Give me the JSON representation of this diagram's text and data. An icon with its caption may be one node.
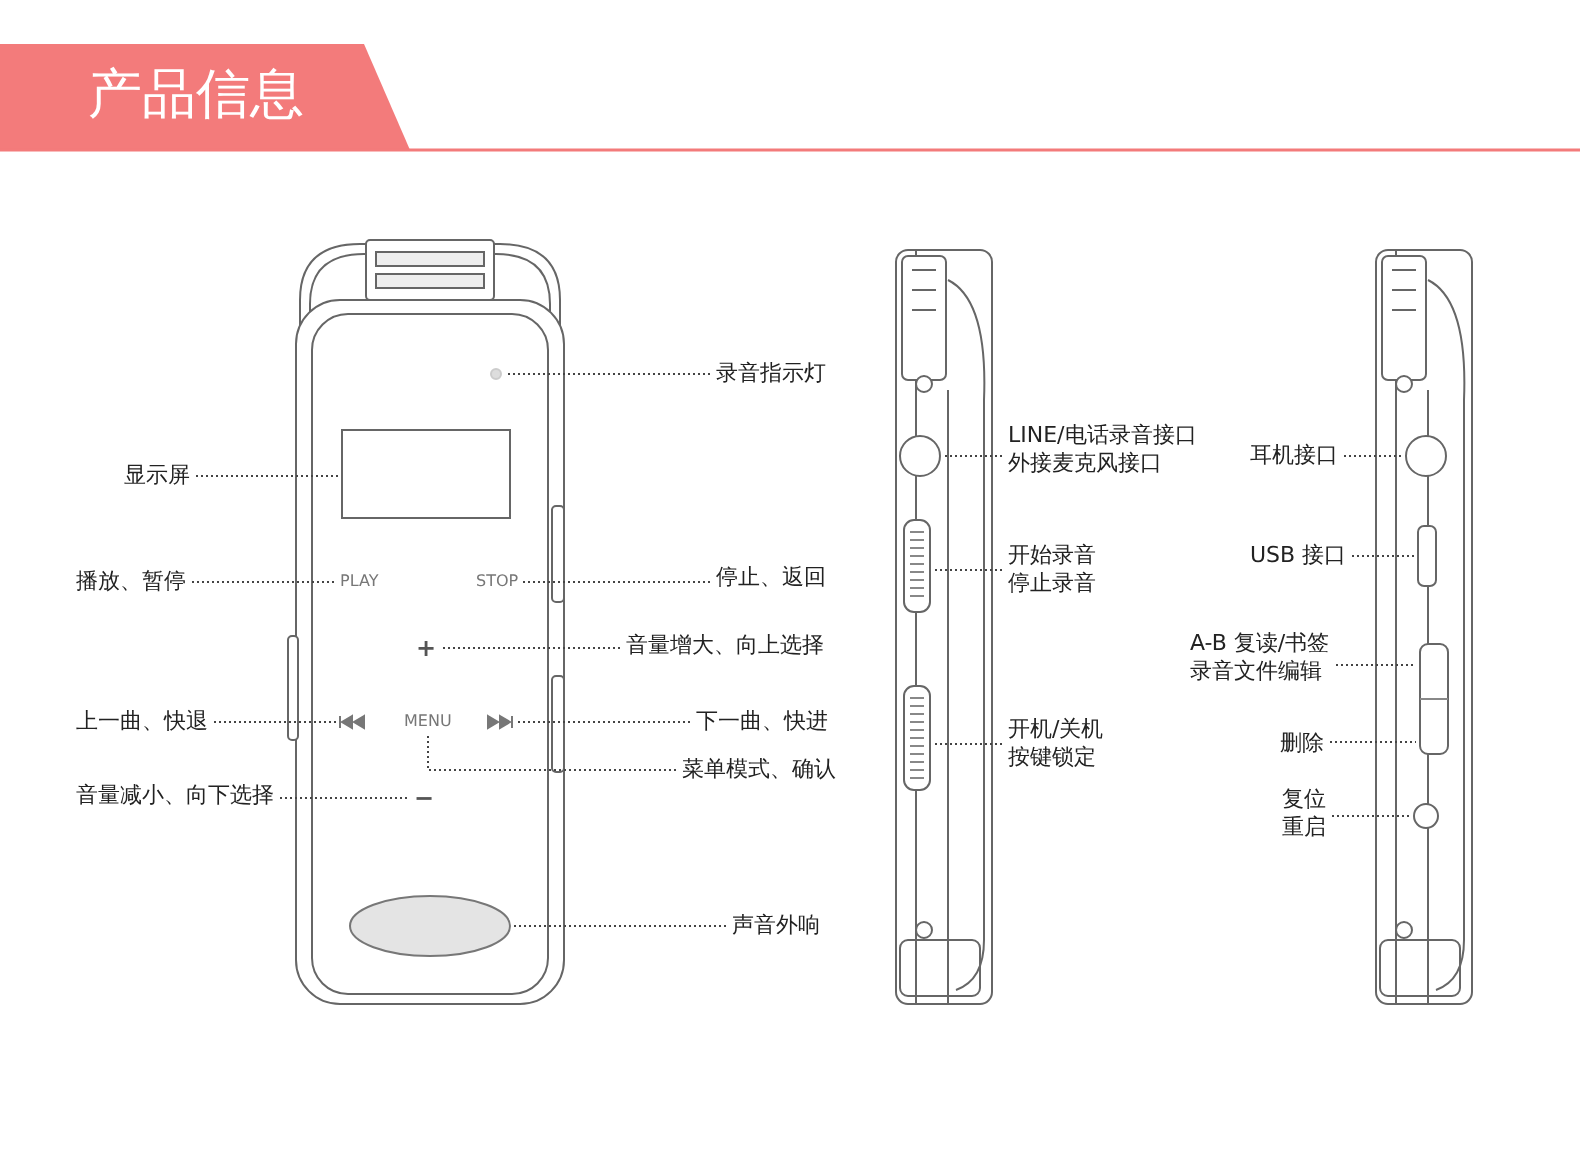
{
  "diagram": {
    "title": "产品信息",
    "nodes": [
      {
        "text": [
          "录音指示灯"
        ]
      },
      {
        "text": [],
        "shape": "circle"
      },
      {
        "text": [
          "显示屏"
        ]
      },
      {
        "text": [],
        "shape": "box"
      },
      {
        "text": [
          "播放、暂停"
        ]
      },
      {
        "text": [
          "PLAY"
        ]
      },
      {
        "text": [
          "STOP"
        ]
      },
      {
        "text": [
          "停止、返回"
        ]
      },
      {
        "text": [
          "+"
        ]
      },
      {
        "text": [
          "音量增大、向上选择"
        ]
      },
      {
        "text": [
          "上一曲、快退"
        ]
      },
      {
        "text": [],
        "shape": "triangle"
      },
      {
        "text": [
          "MENU"
        ]
      },
      {
        "text": [],
        "shape": "triangle"
      },
      {
        "text": [
          "下一曲、快进"
        ]
      },
      {
        "text": [
          "菜单模式、确认"
        ]
      },
      {
        "text": [
          "音量减小、向下选择"
        ]
      },
      {
        "text": [
          "−"
        ]
      },
      {
        "text": [],
        "shape": "ellipse"
      },
      {
        "text": [
          "声音外响"
        ]
      },
      {
        "text": [
          "LINE/电话录音接口",
          "外接麦克风接口"
        ]
      },
      {
        "text": [],
        "shape": "circle"
      },
      {
        "text": [
          "开始录音",
          "停止录音"
        ]
      },
      {
        "text": [],
        "shape": "bar"
      },
      {
        "text": [
          "开机/关机",
          "按键锁定"
        ]
      },
      {
        "text": [],
        "shape": "bar"
      },
      {
        "text": [
          "耳机接口"
        ]
      },
      {
        "text": [],
        "shape": "circle"
      },
      {
        "text": [
          "USB 接口"
        ]
      },
      {
        "text": [],
        "shape": "box"
      },
      {
        "text": [
          "A-B 复读/书签",
          "录音文件编辑"
        ]
      },
      {
        "text": [],
        "shape": "bar"
      },
      {
        "text": [
          "删除"
        ]
      },
      {
        "text": [
          "复位",
          "重启"
        ]
      },
      {
        "text": [],
        "shape": "circle"
      }
    ],
    "edges": [
      {
        "from": 0,
        "to": 1,
        "arrow": "none"
      },
      {
        "from": 2,
        "to": 3,
        "arrow": "none"
      },
      {
        "from": 4,
        "to": 5,
        "arrow": "none"
      },
      {
        "from": 7,
        "to": 6,
        "arrow": "none"
      },
      {
        "from": 9,
        "to": 8,
        "arrow": "none"
      },
      {
        "from": 10,
        "to": 11,
        "arrow": "none"
      },
      {
        "from": 14,
        "to": 13,
        "arrow": "none"
      },
      {
        "from": 15,
        "to": 12,
        "arrow": "none"
      },
      {
        "from": 16,
        "to": 17,
        "arrow": "none"
      },
      {
        "from": 19,
        "to": 18,
        "arrow": "none"
      },
      {
        "from": 20,
        "to": 21,
        "arrow": "none"
      },
      {
        "from": 22,
        "to": 23,
        "arrow": "none"
      },
      {
        "from": 24,
        "to": 25,
        "arrow": "none"
      },
      {
        "from": 26,
        "to": 27,
        "arrow": "none"
      },
      {
        "from": 28,
        "to": 29,
        "arrow": "none"
      },
      {
        "from": 30,
        "to": 31,
        "arrow": "none"
      },
      {
        "from": 32,
        "to": 31,
        "arrow": "none"
      },
      {
        "from": 33,
        "to": 34,
        "arrow": "none"
      }
    ]
  }
}
